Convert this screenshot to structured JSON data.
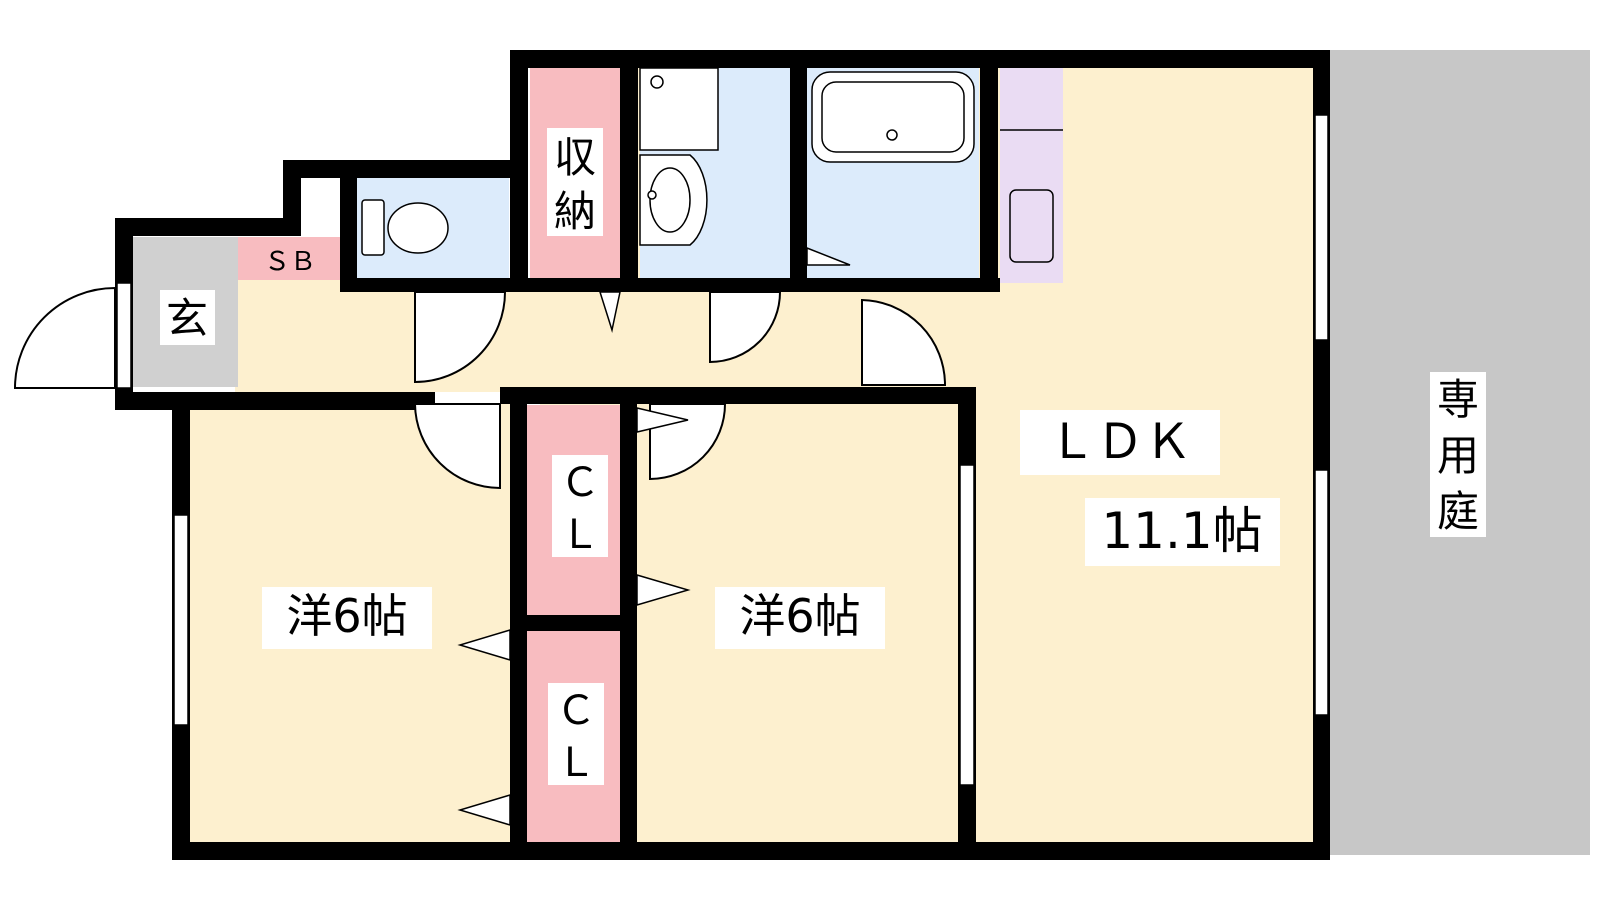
{
  "floorplan": {
    "ldk": {
      "label": "ＬＤＫ",
      "size": "11.1帖"
    },
    "western_left": {
      "label": "洋6帖"
    },
    "western_right": {
      "label": "洋6帖"
    },
    "entrance": {
      "label": "玄"
    },
    "shoebox": {
      "label": "ＳＢ"
    },
    "storage": {
      "line1": "収",
      "line2": "納"
    },
    "closet_upper": {
      "line1": "Ｃ",
      "line2": "Ｌ"
    },
    "closet_lower": {
      "line1": "Ｃ",
      "line2": "Ｌ"
    },
    "garden": {
      "line1": "専",
      "line2": "用",
      "line3": "庭"
    }
  },
  "colors": {
    "room_fill": "#fdf0cf",
    "wet_fill": "#dcebfb",
    "storage_fill": "#f8bcc0",
    "kitchen_fill": "#eadcf3",
    "entrance_fill": "#d0d0d0",
    "garden_fill": "#c7c7c7",
    "wall": "#000000"
  },
  "icons": [
    "toilet-icon",
    "washbasin-icon",
    "bathtub-icon",
    "kitchen-sink-icon",
    "door-swing-icon",
    "window-icon"
  ]
}
